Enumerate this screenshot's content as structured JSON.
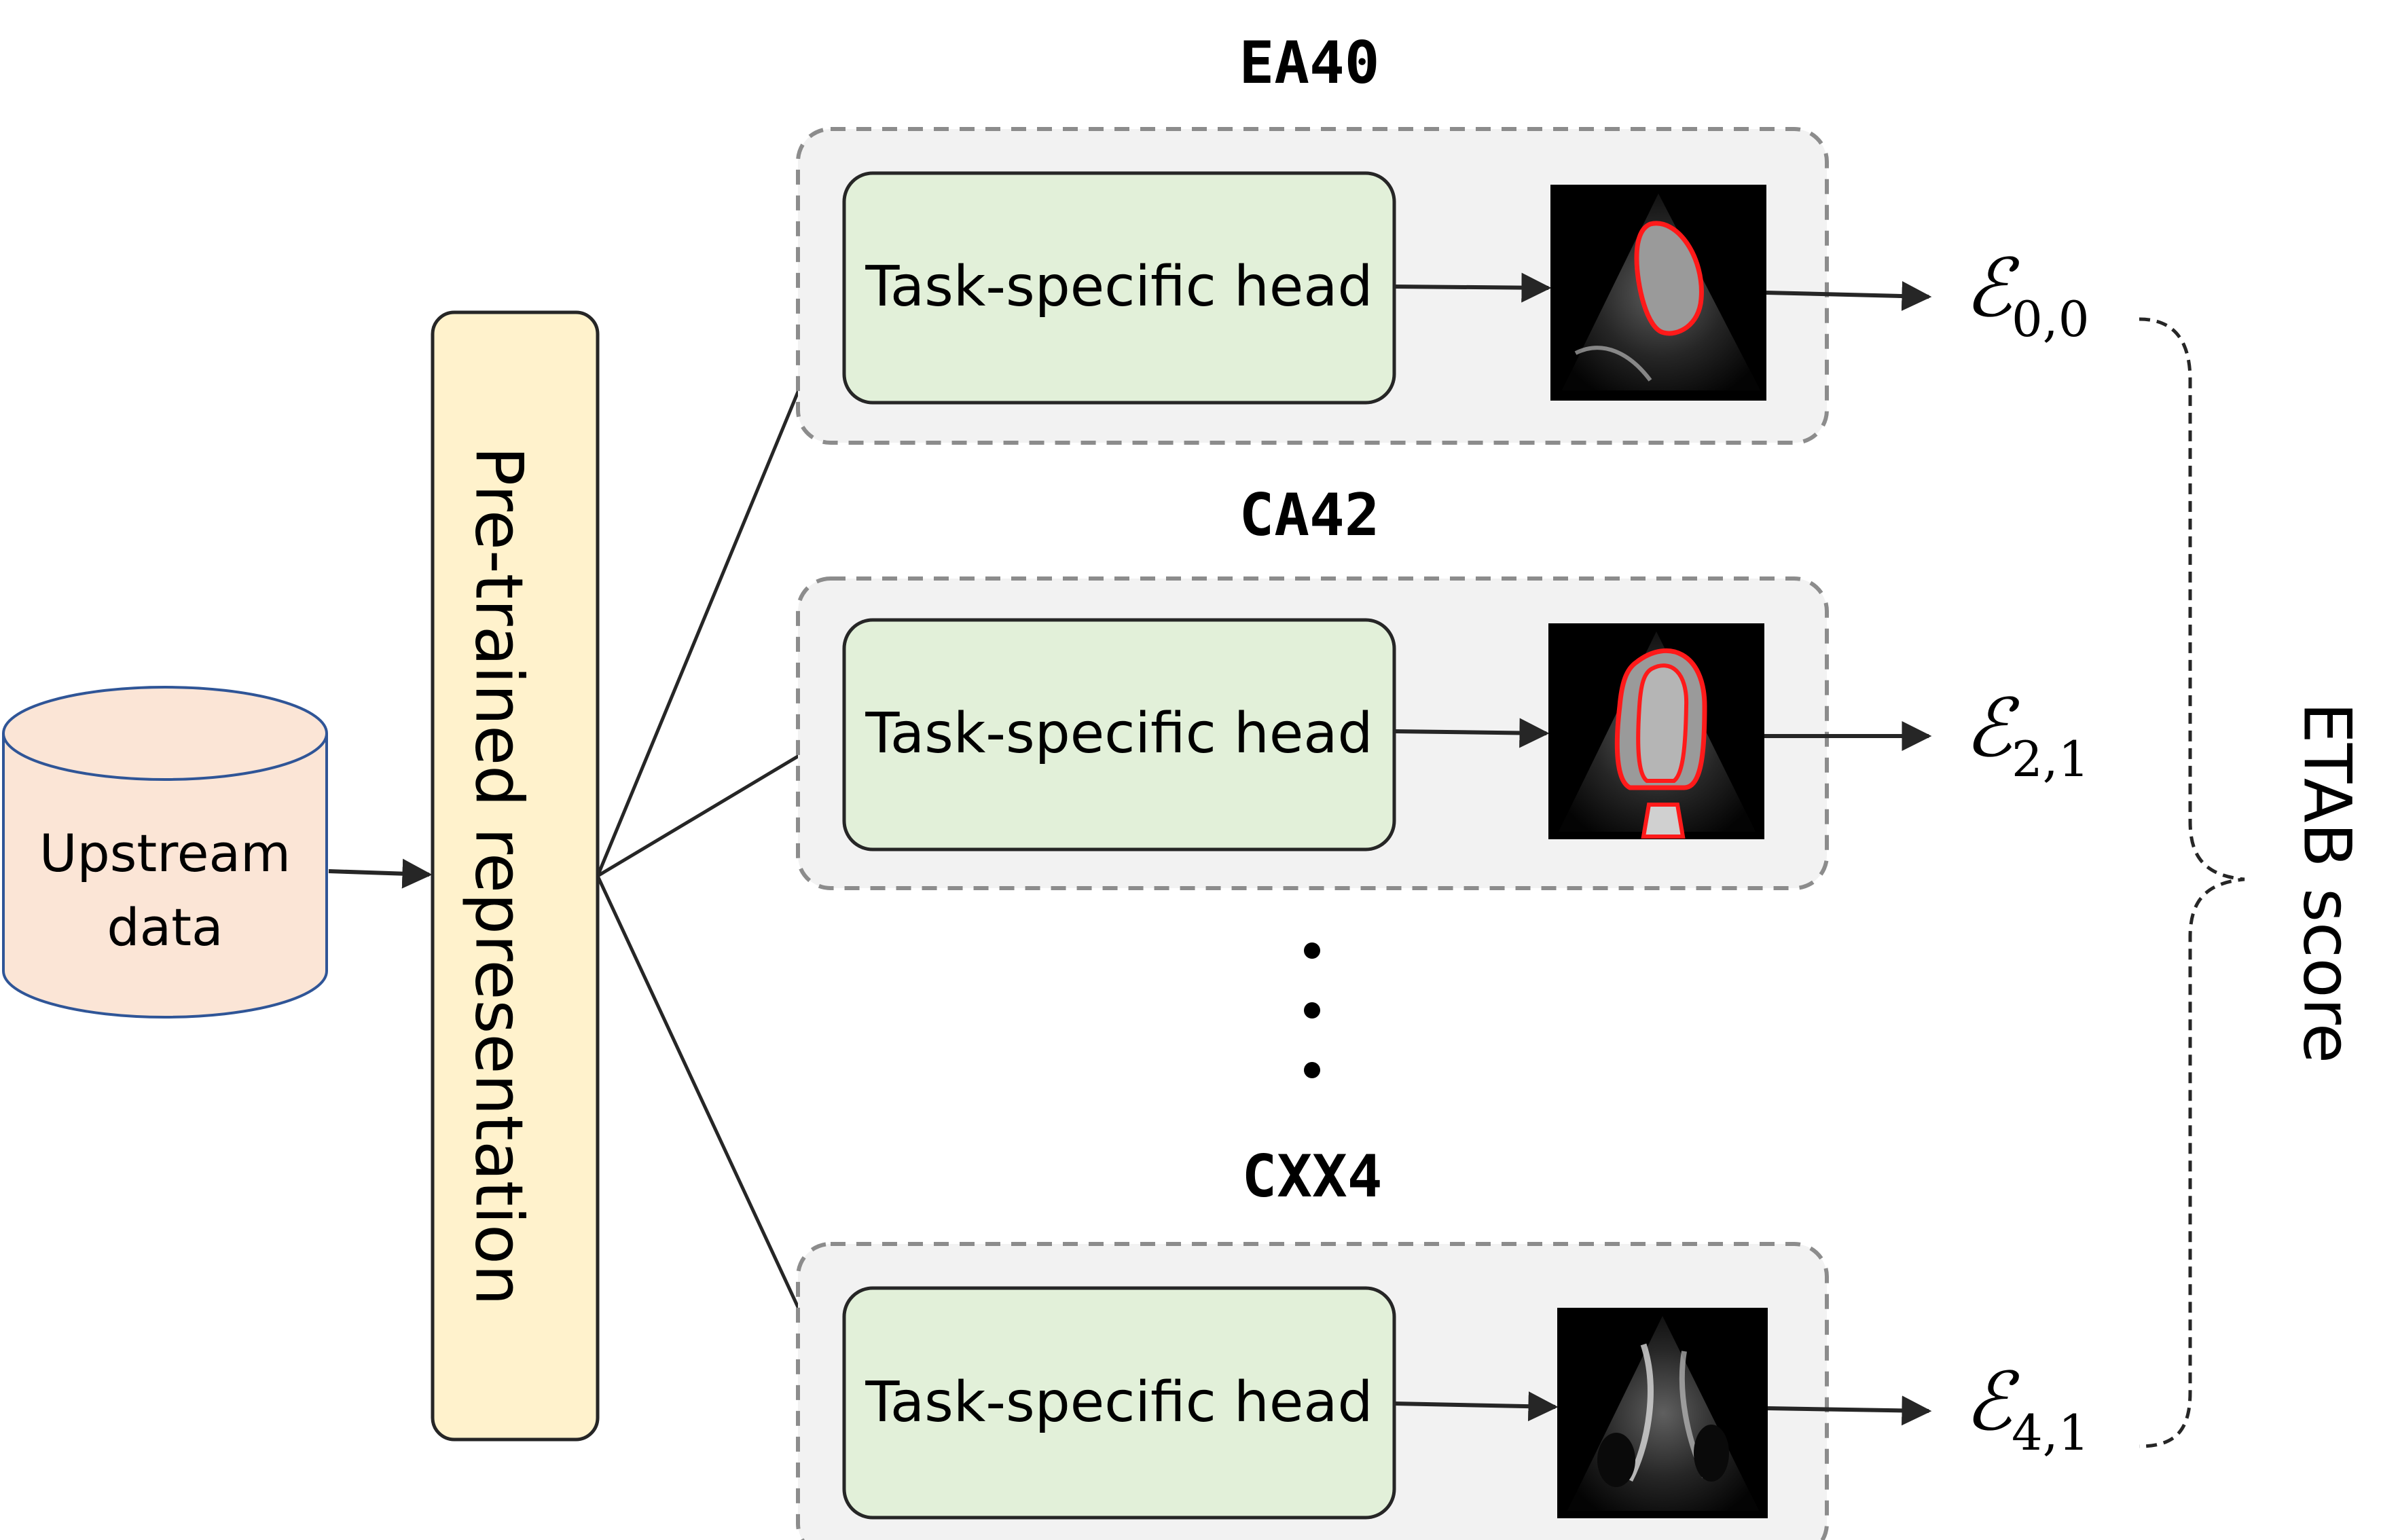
{
  "upstream": {
    "line1": "Upstream",
    "line2": "data"
  },
  "backbone": {
    "label": "Pre-trained representation"
  },
  "tasks": [
    {
      "title": "EA40",
      "head": "Task-specific head",
      "score": "ℰ",
      "sub": "0,0"
    },
    {
      "title": "CA42",
      "head": "Task-specific head",
      "score": "ℰ",
      "sub": "2,1"
    },
    {
      "title": "CXX4",
      "head": "Task-specific head",
      "score": "ℰ",
      "sub": "4,1"
    }
  ],
  "ellipsis": "⋮",
  "aggregate": {
    "label": "ETAB score"
  },
  "colors": {
    "cylinder_fill": "#fbe5d6",
    "cylinder_stroke": "#2f5597",
    "backbone_fill": "#fff2cc",
    "head_fill": "#e2f0d9",
    "task_panel_fill": "#f2f2f2",
    "panel_dash": "#8c8c8c",
    "seg_contour": "#ff1a1a"
  },
  "icons": [
    "database-cylinder-icon",
    "ultrasound-image-icon"
  ]
}
